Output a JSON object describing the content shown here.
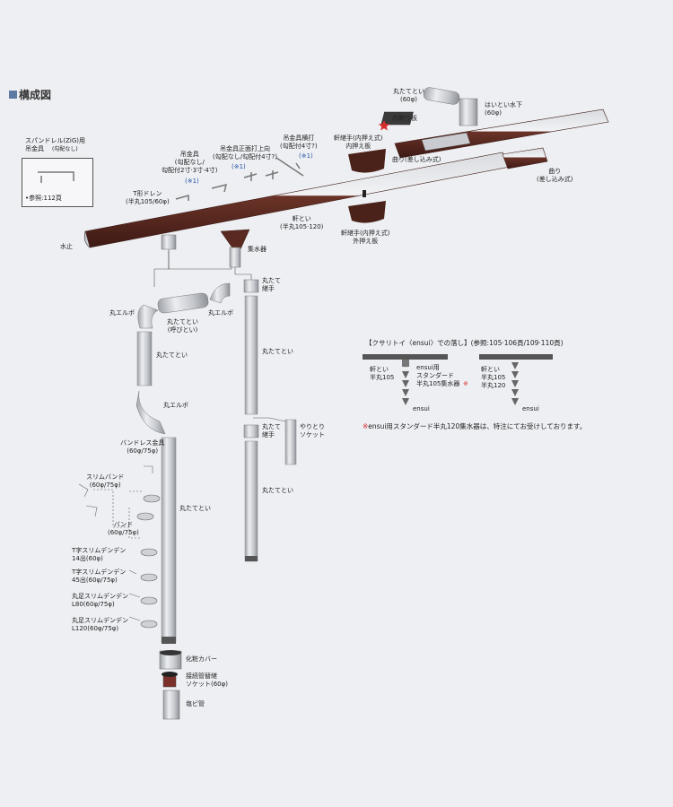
{
  "title": "構成図",
  "labels": {
    "marutatoi_60_top": "丸たてとい\n(60φ)",
    "haitoi_mizushita": "はいとい水下\n(60φ)",
    "uchikazari": "内飾り板",
    "nokitsugite_uchi": "軒継手(内押え式)\n内押え板",
    "magari_top": "曲り(差し込み式)",
    "magari_right": "曲り\n(差し込み式)",
    "tsurikanagu_yoko": "吊金具横打\n(勾配付4寸?)",
    "tsurikanagu_yoko_note": "(※1)",
    "tsurikanagu_shomen": "吊金具正面打上向\n(勾配なし/勾配付4寸?)",
    "tsurikanagu_shomen_note": "(※1)",
    "tsurikanagu": "吊金具\n(勾配なし/\n勾配付2寸·3寸·4寸)",
    "tsurikanagu_note": "(※1)",
    "spandrel_title": "スパンドレル(ZiG)用\n吊金具",
    "spandrel_sub": "(勾配なし)",
    "spandrel_ref": "•参照:112頁",
    "t_drain": "T形ドレン\n(半丸105/60φ)",
    "nokitoi": "軒とい\n(半丸105·120)",
    "nokitsugite_soto": "軒継手(内押え式)\n外押え板",
    "mizudome": "水止",
    "shusuiki": "集水器",
    "marutate_tsugite1": "丸たて\n継手",
    "marutatoi_mid": "丸たてとい",
    "maru_elbo_1": "丸エルボ",
    "maru_elbo_2": "丸エルボ",
    "maru_elbo_3": "丸エルボ",
    "yobitoi": "丸たてとい\n(呼びとい)",
    "marutatoi_left1": "丸たてとい",
    "marutate_tsugite2": "丸たて\n継手",
    "yaritori": "やりとり\nソケット",
    "marutatoi_mid2": "丸たてとい",
    "bandless": "バンドレス金具\n(60φ/75φ)",
    "slim_band": "スリムバンド\n(60φ/75φ)",
    "band": "バンド\n(60φ/75φ)",
    "marutatoi_long": "丸たてとい",
    "t_slim_14": "T字スリムデンデン\n14出(60φ)",
    "t_slim_45": "T字スリムデンデン\n45出(60φ/75φ)",
    "maruashi_l80": "丸足スリムデンデン\nL80(60φ/75φ)",
    "maruashi_l120": "丸足スリムデンデン\nL120(60φ/75φ)",
    "keshou_cover": "化粧カバー",
    "setsuzoku_socket": "接続管替継\nソケット(60φ)",
    "enbi": "塩ビ管"
  },
  "section": {
    "title": "【クサリトイ〈ensui〉での落し】(参照:105·106頁/109·110頁)",
    "left_gutter": "軒とい\n半丸105",
    "ensui_std": "ensui用\nスタンダード\n半丸105集水器",
    "ensui_std_mark": "※",
    "ensui_left": "ensui",
    "right_gutter": "軒とい\n半丸105\n半丸120",
    "ensui_right": "ensui",
    "note_mark": "※",
    "note": "ensui用スタンダード半丸120集水器は、特注にてお受けしております。"
  },
  "colors": {
    "background": "#eeeff3",
    "gutter_brown": "#5a2a22",
    "pipe_silver": "#c9cbd0",
    "accent_blue": "#2256a8",
    "accent_red": "#d62d2d",
    "chain_gray": "#555"
  }
}
